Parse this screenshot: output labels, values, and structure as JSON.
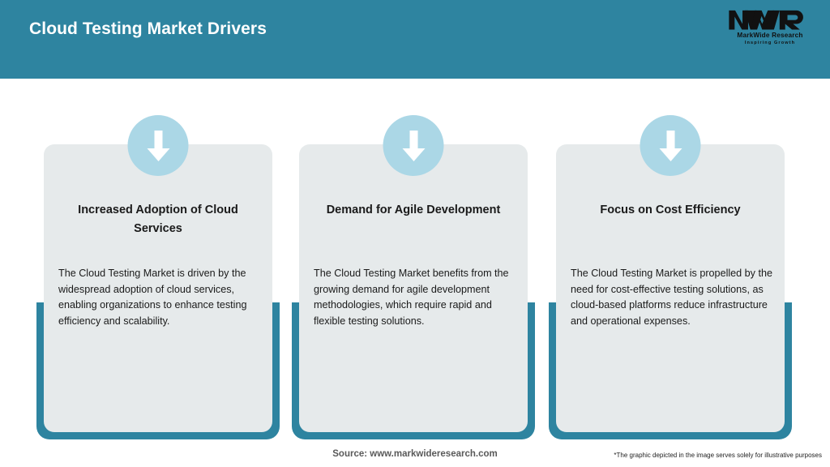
{
  "header": {
    "title": "Cloud Testing Market Drivers",
    "background_color": "#2E84A0",
    "logo": {
      "mark": "MWR",
      "name": "MarkWide Research",
      "tagline": "Inspiring Growth"
    }
  },
  "theme": {
    "accent_teal": "#2E84A0",
    "card_grey": "#E6EAEB",
    "icon_circle_blue": "#ABD7E6",
    "arrow_white": "#FFFFFF",
    "text_dark": "#1A1A1A",
    "footer_grey": "#595959"
  },
  "cards": [
    {
      "icon": "arrow-down-icon",
      "title": "Increased Adoption of Cloud Services",
      "body": "The Cloud Testing Market is driven by the widespread adoption of cloud services, enabling organizations to enhance testing efficiency and scalability."
    },
    {
      "icon": "arrow-down-icon",
      "title": "Demand for Agile Development",
      "body": "The Cloud Testing Market benefits from the growing demand for agile development methodologies, which require rapid and flexible testing solutions."
    },
    {
      "icon": "arrow-down-icon",
      "title": "Focus on Cost Efficiency",
      "body": "The Cloud Testing Market is propelled by the need for cost-effective testing solutions, as cloud-based platforms reduce infrastructure and operational expenses."
    }
  ],
  "footer": {
    "source": "Source: www.markwideresearch.com",
    "disclaimer": "*The graphic depicted in the image serves solely for illustrative purposes"
  }
}
